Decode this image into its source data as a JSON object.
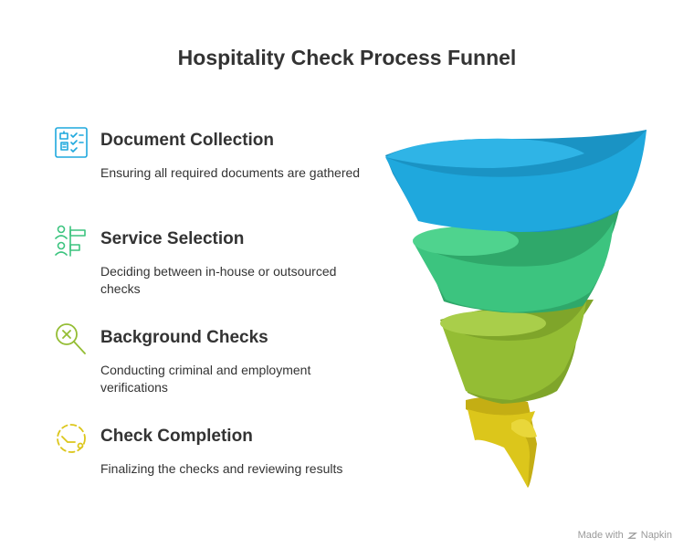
{
  "title": "Hospitality Check Process Funnel",
  "steps": [
    {
      "heading": "Document Collection",
      "description": "Ensuring all required documents are gathered",
      "icon": "document-checklist-icon",
      "color": "#1FA8DD"
    },
    {
      "heading": "Service Selection",
      "description": "Deciding between in-house or outsourced checks",
      "icon": "people-select-icon",
      "color": "#3CC47F"
    },
    {
      "heading": "Background Checks",
      "description": "Conducting criminal and employment verifications",
      "icon": "magnifier-x-icon",
      "color": "#94BD34"
    },
    {
      "heading": "Check Completion",
      "description": "Finalizing the checks and reviewing results",
      "icon": "dashed-circle-icon",
      "color": "#DCC61B"
    }
  ],
  "footer": {
    "made_with": "Made with",
    "brand": "Napkin"
  }
}
